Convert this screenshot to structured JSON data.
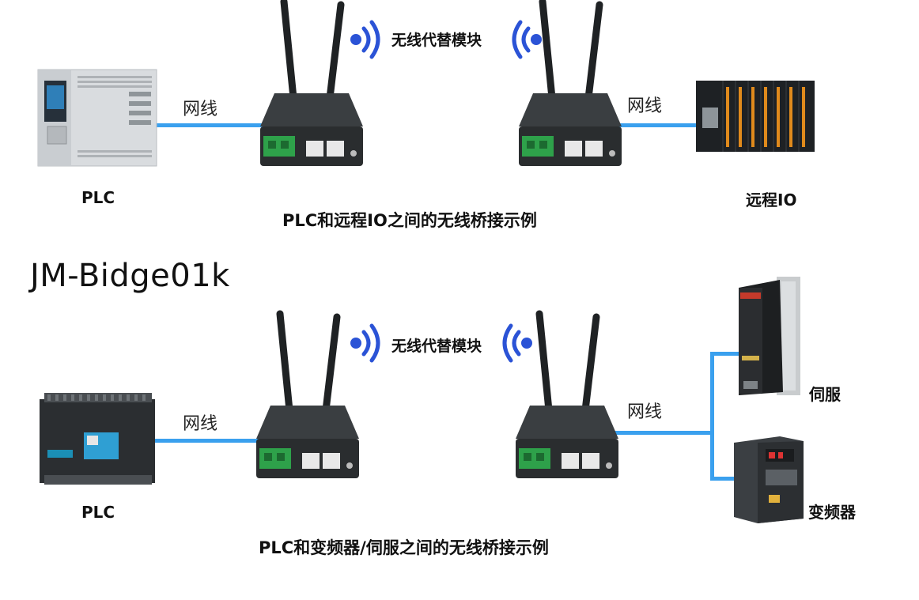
{
  "brand": "JM-Bidge01k",
  "scene1": {
    "left_device_label": "PLC",
    "right_device_label": "远程IO",
    "left_cable_label": "网线",
    "right_cable_label": "网线",
    "wireless_label": "无线代替模块",
    "caption": "PLC和远程IO之间的无线桥接示例"
  },
  "scene2": {
    "left_device_label": "PLC",
    "servo_label": "伺服",
    "inverter_label": "变频器",
    "left_cable_label": "网线",
    "right_cable_label": "网线",
    "wireless_label": "无线代替模块",
    "caption": "PLC和变频器/伺服之间的无线桥接示例"
  },
  "colors": {
    "wire": "#3aa0ee",
    "wifi_signal": "#2b53d6",
    "router_body": "#2a2d2f",
    "terminal_green": "#2ea14a"
  },
  "icons": [
    "plc-s7-icon",
    "router-icon",
    "wifi-signal-icon",
    "remote-io-icon",
    "plc-compact-icon",
    "servo-drive-icon",
    "inverter-icon"
  ]
}
